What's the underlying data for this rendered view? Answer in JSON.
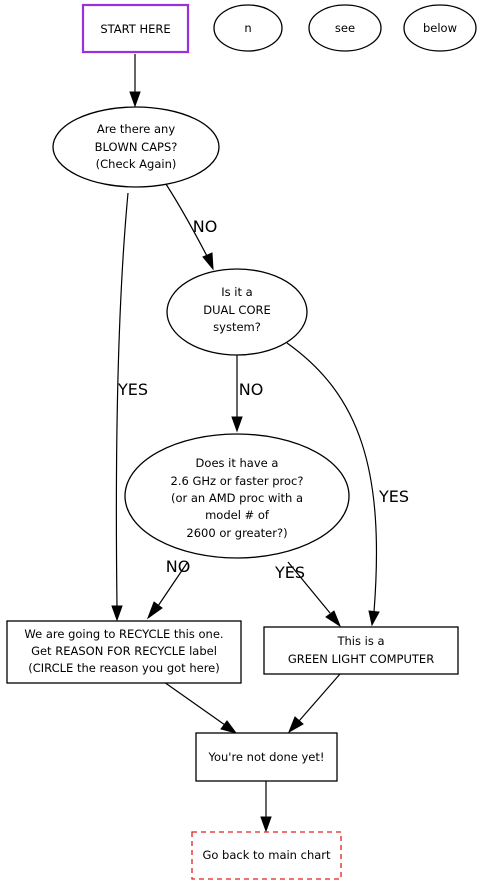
{
  "nodes": {
    "start": {
      "lines": [
        "START HERE"
      ],
      "color": "#9b30e0"
    },
    "legend_n": {
      "lines": [
        "n"
      ]
    },
    "legend_see": {
      "lines": [
        "see"
      ]
    },
    "legend_below": {
      "lines": [
        "below"
      ]
    },
    "blown_caps": {
      "lines": [
        "Are there any",
        "BLOWN CAPS?",
        "(Check Again)"
      ]
    },
    "dual_core": {
      "lines": [
        "Is it a",
        "DUAL CORE",
        "system?"
      ]
    },
    "proc_speed": {
      "lines": [
        "Does it have a",
        "2.6 GHz or faster proc?",
        "(or an AMD proc with a",
        "model # of",
        "2600 or greater?)"
      ]
    },
    "recycle": {
      "lines": [
        "We are going to RECYCLE this one.",
        "Get REASON FOR RECYCLE label",
        "(CIRCLE the reason you got here)"
      ]
    },
    "green_light": {
      "lines": [
        "This is a",
        "GREEN LIGHT COMPUTER"
      ]
    },
    "not_done": {
      "lines": [
        "You're not done yet!"
      ]
    },
    "main_chart": {
      "lines": [
        "Go back to main chart"
      ],
      "color": "#e02020"
    }
  },
  "edges": {
    "start_to_caps": "",
    "caps_to_dual": "NO",
    "caps_to_recycle": "YES",
    "dual_to_proc": "NO",
    "dual_to_green": "YES",
    "proc_to_recycle": "NO",
    "proc_to_green": "YES",
    "recycle_to_done": "",
    "green_to_done": "",
    "done_to_main": ""
  }
}
